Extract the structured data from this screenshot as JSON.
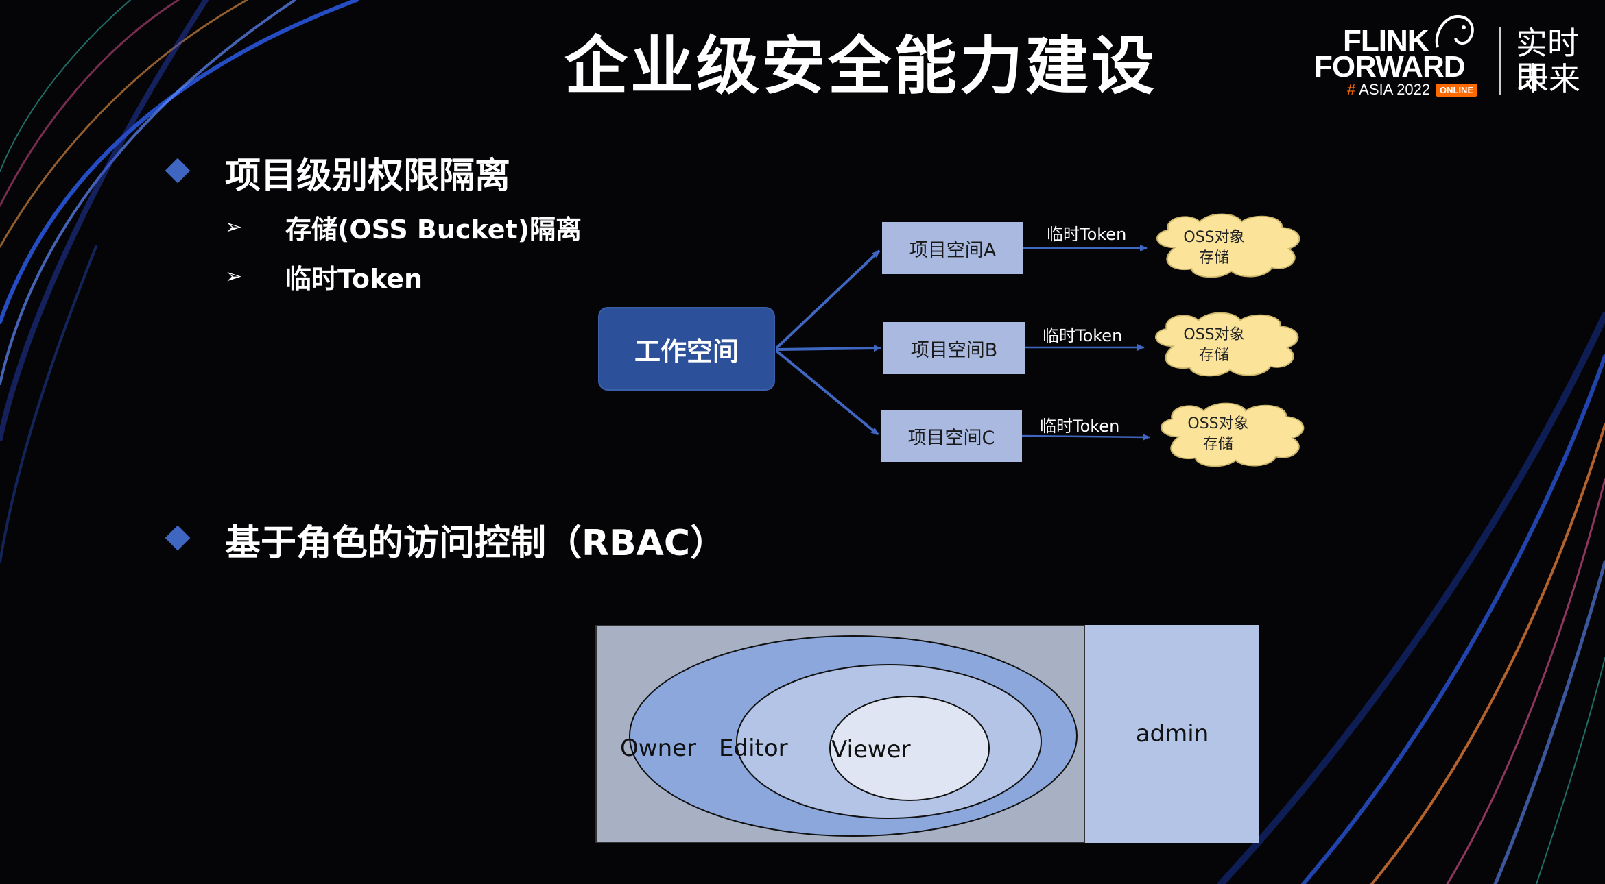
{
  "title": "企业级安全能力建设",
  "brand": {
    "line1": "FLINK",
    "line2": "FORWARD",
    "hash": "#",
    "event": "ASIA 2022",
    "badge": "ONLINE",
    "slogan_line1": "实时即",
    "slogan_line2": "未来"
  },
  "sections": [
    {
      "heading": "项目级别权限隔离",
      "bullets": [
        "存储(OSS Bucket)隔离",
        "临时Token"
      ]
    },
    {
      "heading": "基于角色的访问控制（RBAC）"
    }
  ],
  "isolation_diagram": {
    "workspace": "工作空间",
    "projects": [
      "项目空间A",
      "项目空间B",
      "项目空间C"
    ],
    "token_label": "临时Token",
    "storage_line1": "OSS对象",
    "storage_line2": "存储"
  },
  "rbac_diagram": {
    "roles": [
      "Owner",
      "Editor",
      "Viewer"
    ],
    "admin": "admin"
  },
  "colors": {
    "background": "#050507",
    "accent_blue": "#3f66c0",
    "workspace_fill": "#2d509a",
    "project_fill": "#a9b9e0",
    "cloud_fill": "#fbe49a",
    "brand_orange": "#ff6a00"
  }
}
